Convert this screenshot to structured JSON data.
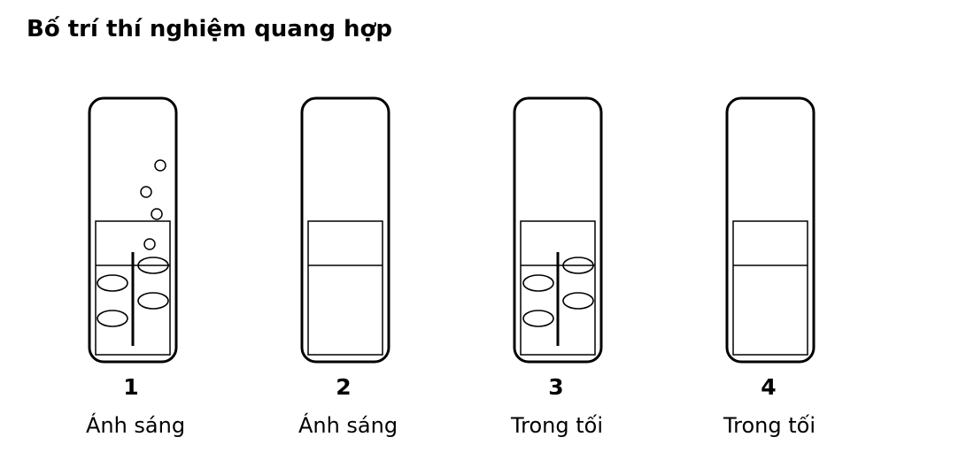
{
  "title": "Bố trí thí nghiệm quang hợp",
  "tubes": [
    {
      "number": "1",
      "caption": "Ánh sáng",
      "has_plant": true,
      "has_bubbles": true
    },
    {
      "number": "2",
      "caption": "Ánh sáng",
      "has_plant": false,
      "has_bubbles": false
    },
    {
      "number": "3",
      "caption": "Trong tối",
      "has_plant": true,
      "has_bubbles": false
    },
    {
      "number": "4",
      "caption": "Trong tối",
      "has_plant": false,
      "has_bubbles": false
    }
  ]
}
